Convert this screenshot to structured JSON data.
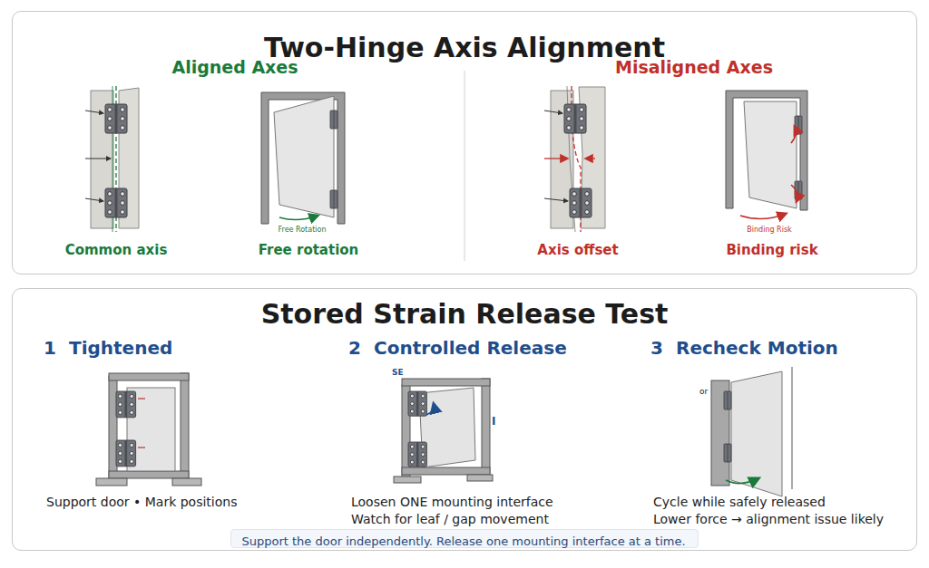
{
  "diagram": {
    "nodes": [
      {
        "text": [
          "Two-Hinge Axis Alignment"
        ]
      },
      {
        "text": [
          "Stored Strain Release Test"
        ]
      },
      {
        "text": [
          "Support the door independently. Release one mounting interface at a time."
        ],
        "in": 1
      }
    ],
    "labels": [
      "Aligned Axes",
      "Misaligned Axes",
      "Free Rotation",
      "Common axis",
      "Free rotation",
      "Binding Risk",
      "Axis offset",
      "Binding risk",
      "1",
      "Tightened",
      "2",
      "Controlled Release",
      "3",
      "Recheck Motion",
      "SE",
      "I",
      "or",
      "Support door • Mark positions",
      "Loosen ONE mounting interface",
      "Watch for leaf / gap movement",
      "Cycle while safely released",
      "Lower force → alignment issue likely"
    ]
  }
}
